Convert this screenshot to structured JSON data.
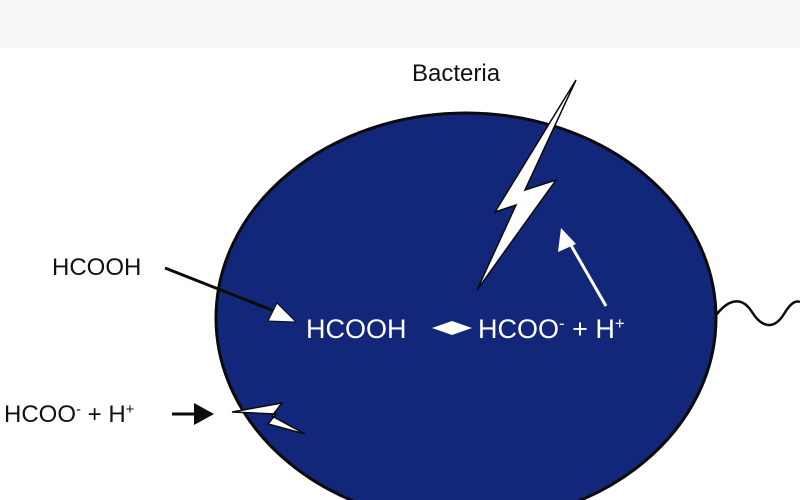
{
  "labels": {
    "bacteria": "Bacteria",
    "outside_acid": "HCOOH",
    "outside_ion": "HCOO",
    "outside_ion_charge": "-",
    "outside_plus": "+ H",
    "outside_proton_charge": "+",
    "inside_acid": "HCOOH",
    "inside_ion": "HCOO",
    "inside_ion_charge": "-",
    "inside_plus": "+ H",
    "inside_proton_charge": "+"
  },
  "colors": {
    "cell_fill": "#13277a",
    "cell_stroke": "#0b0b0b",
    "text_outside": "#111111",
    "text_inside": "#ffffff",
    "lightning_fill": "#ffffff"
  },
  "icons": {
    "membrane_damage": "lightning-bolt",
    "flagellum": "wavy-tail"
  }
}
